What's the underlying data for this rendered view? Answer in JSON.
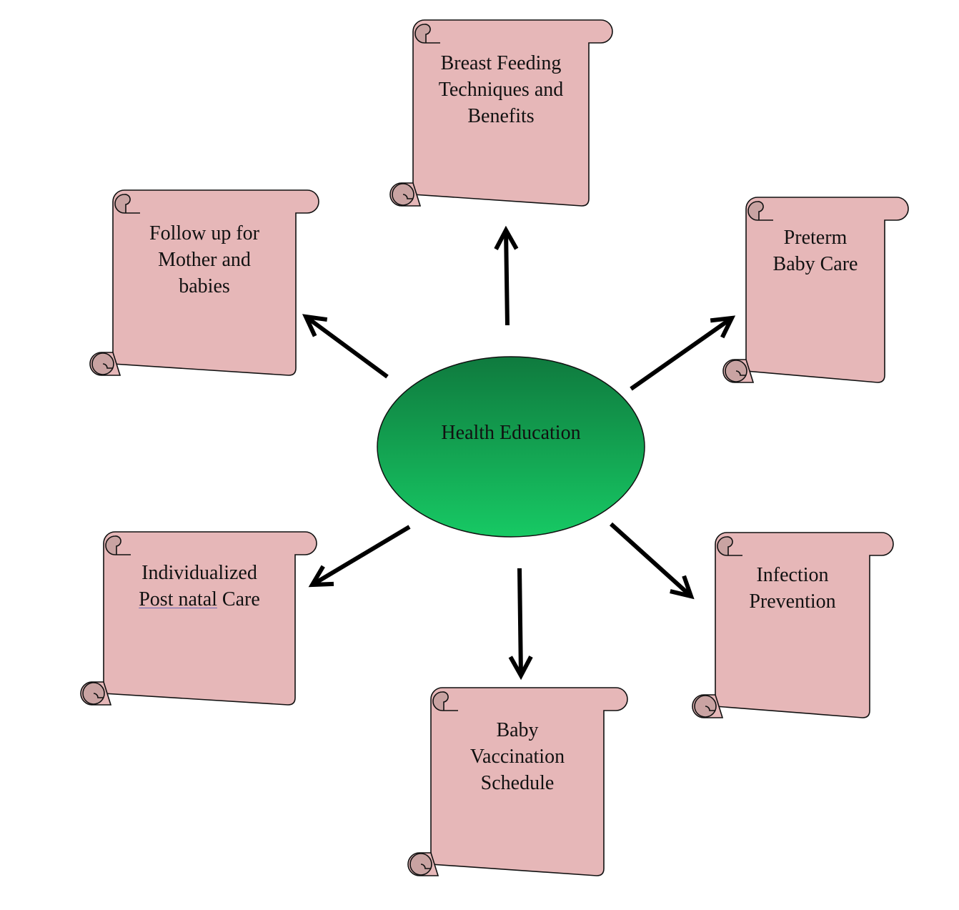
{
  "diagram": {
    "center": {
      "label": "Health Education"
    },
    "topics": [
      {
        "id": "breast-feeding",
        "lines": [
          "Breast Feeding",
          "Techniques and",
          "Benefits"
        ]
      },
      {
        "id": "preterm-baby-care",
        "lines": [
          "Preterm",
          "Baby Care"
        ]
      },
      {
        "id": "infection-prevention",
        "lines": [
          "Infection",
          "Prevention"
        ]
      },
      {
        "id": "baby-vaccination",
        "lines": [
          "Baby",
          "Vaccination",
          "Schedule"
        ]
      },
      {
        "id": "post-natal-care",
        "lines": [
          "Individualized",
          "Post natal Care"
        ],
        "underlined_words": "Post natal",
        "trailing_word": "Care"
      },
      {
        "id": "follow-up",
        "lines": [
          "Follow up for",
          "Mother and",
          "babies"
        ]
      }
    ]
  },
  "colors": {
    "scroll_fill": "#e6b7b8",
    "scroll_curl": "#c9a3a2",
    "scroll_stroke": "#111111",
    "ellipse_top": "#0f7a3e",
    "ellipse_bottom": "#17c964",
    "arrow": "#000000"
  }
}
